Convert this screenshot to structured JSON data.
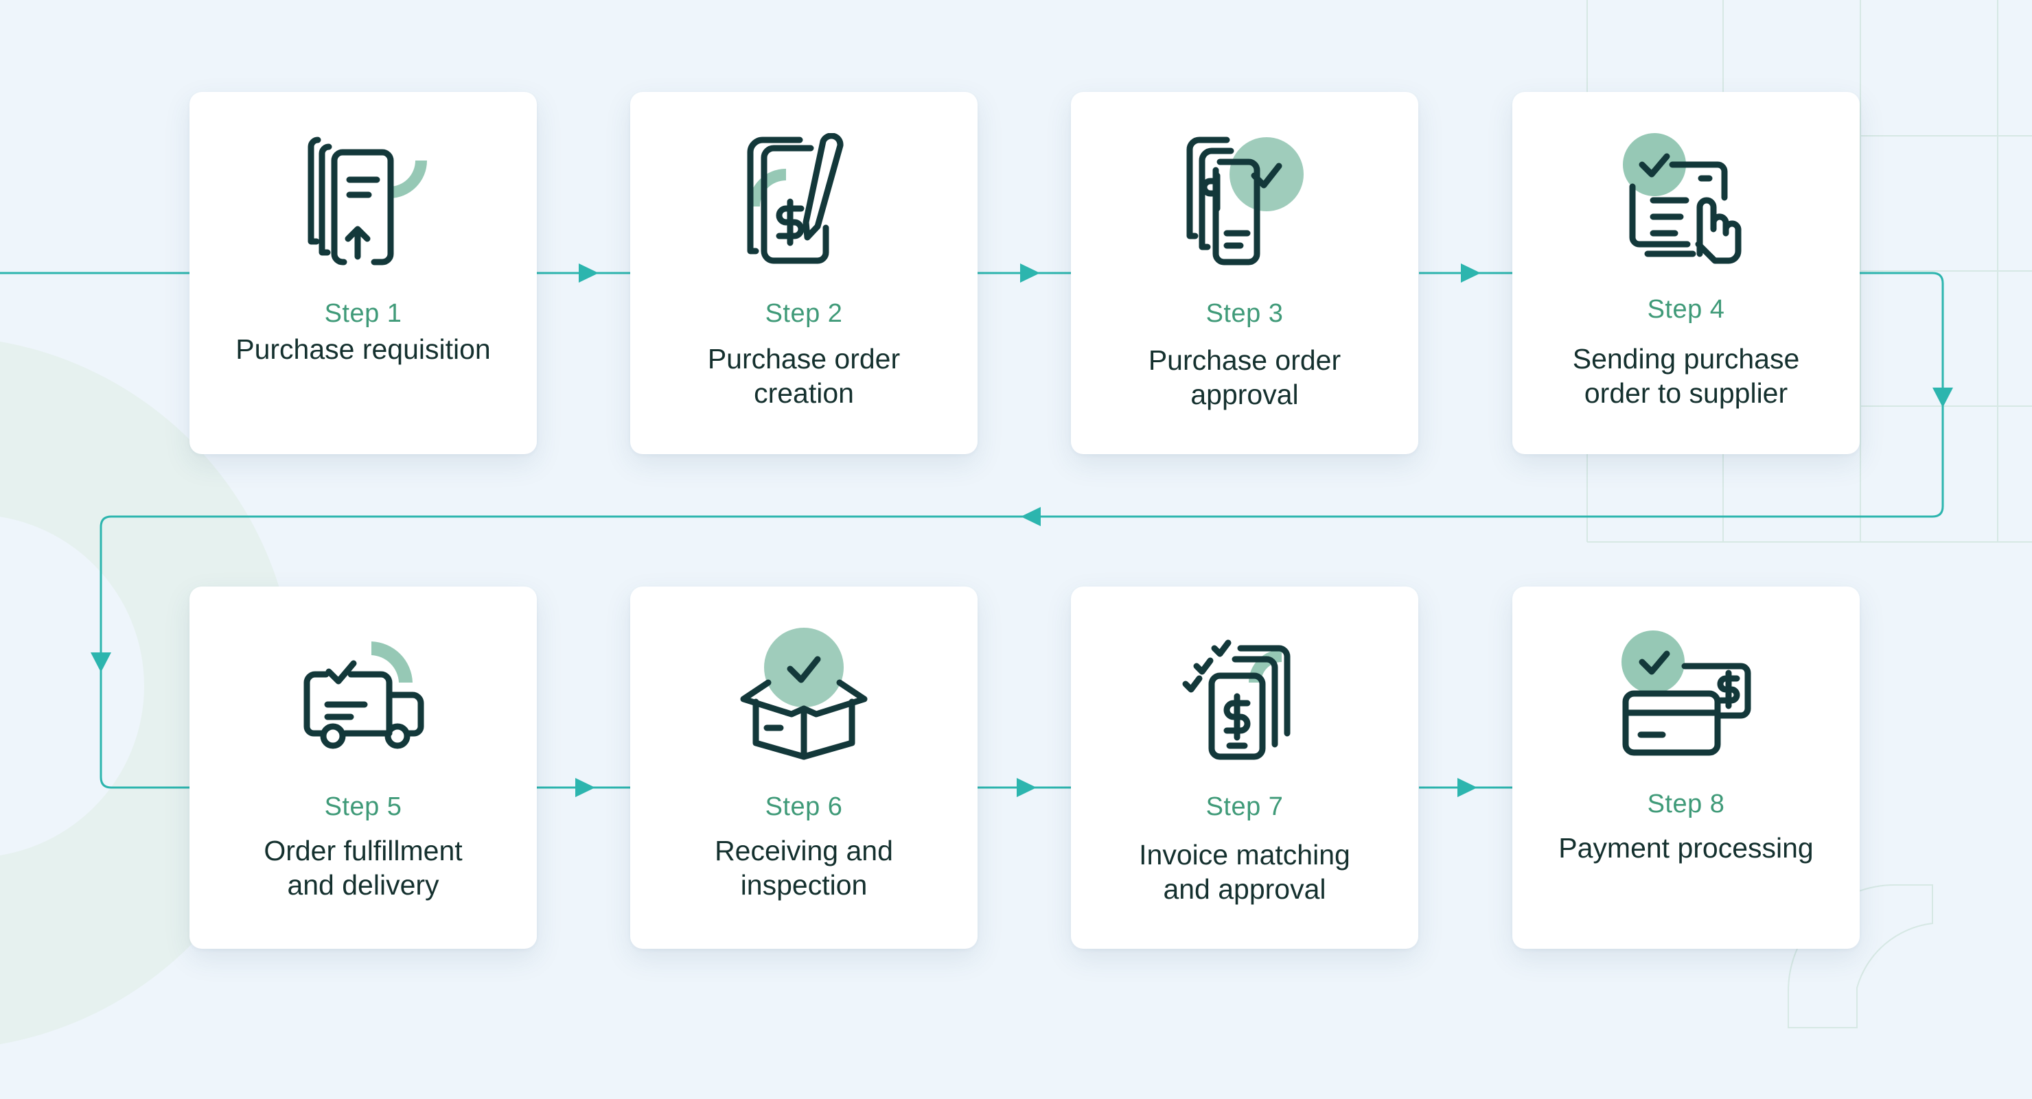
{
  "colors": {
    "background": "#eef5fb",
    "card": "#ffffff",
    "icon_stroke": "#13383a",
    "accent_green": "#3f9a78",
    "connector": "#2cb5ae"
  },
  "steps": [
    {
      "step": "Step 1",
      "title": "Purchase requisition",
      "icon": "document-upload-icon"
    },
    {
      "step": "Step 2",
      "title": "Purchase order\ncreation",
      "icon": "invoice-pen-icon"
    },
    {
      "step": "Step 3",
      "title": "Purchase order\napproval",
      "icon": "document-approved-icon"
    },
    {
      "step": "Step 4",
      "title": "Sending purchase\norder to supplier",
      "icon": "send-document-hand-icon"
    },
    {
      "step": "Step 5",
      "title": "Order fulfillment\nand delivery",
      "icon": "delivery-truck-icon"
    },
    {
      "step": "Step 6",
      "title": "Receiving and\ninspection",
      "icon": "open-box-check-icon"
    },
    {
      "step": "Step 7",
      "title": "Invoice matching\nand approval",
      "icon": "invoice-checklist-icon"
    },
    {
      "step": "Step 8",
      "title": "Payment processing",
      "icon": "payment-cards-icon"
    }
  ]
}
